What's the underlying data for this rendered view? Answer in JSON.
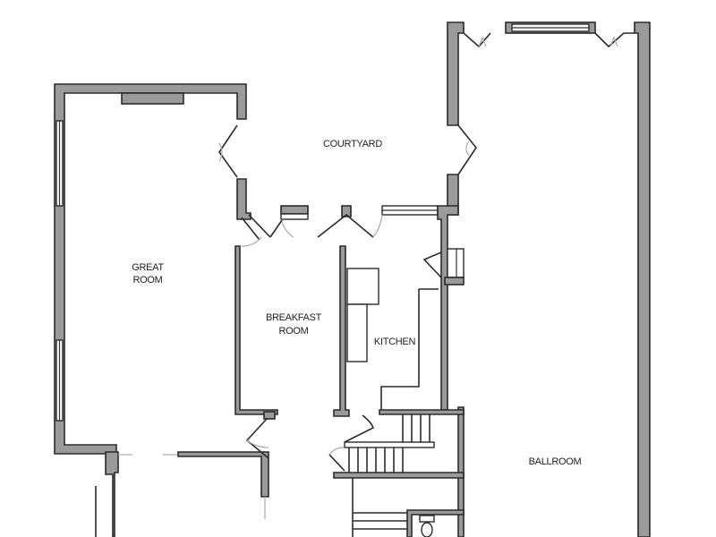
{
  "title": "Floor plan",
  "rooms": {
    "courtyard": "COURTYARD",
    "great_room": [
      "GREAT",
      "ROOM"
    ],
    "breakfast_room": [
      "BREAKFAST",
      "ROOM"
    ],
    "kitchen": "KITCHEN",
    "ballroom": "BALLROOM"
  },
  "colors": {
    "wall_fill": "#9a9a9a",
    "wall_stroke": "#2a2a2a",
    "background": "#ffffff"
  }
}
